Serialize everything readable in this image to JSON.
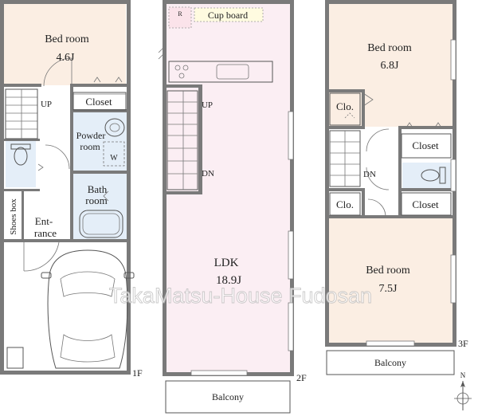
{
  "floors": {
    "first": {
      "level_label": "1F",
      "bedroom": {
        "name": "Bed room",
        "size": "4.6J"
      },
      "closet": "Closet",
      "stair_up": "UP",
      "powder_room_line1": "Powder",
      "powder_room_line2": "room",
      "washer_mark": "W",
      "bath_line1": "Bath",
      "bath_line2": "room",
      "shoes_box": "Shoes box",
      "entrance_line1": "Ent-",
      "entrance_line2": "rance"
    },
    "second": {
      "level_label": "2F",
      "cupboard": "Cup board",
      "refrigerator_mark": "R",
      "stair_up": "UP",
      "stair_down": "DN",
      "ldk": {
        "name": "LDK",
        "size": "18.9J"
      },
      "balcony": "Balcony"
    },
    "third": {
      "level_label": "3F",
      "bedroom_top": {
        "name": "Bed room",
        "size": "6.8J"
      },
      "clo_top": "Clo.",
      "closet_top": "Closet",
      "stair_down": "DN",
      "clo_bottom": "Clo.",
      "closet_bottom": "Closet",
      "bedroom_bottom": {
        "name": "Bed room",
        "size": "7.5J"
      },
      "balcony": "Balcony"
    }
  },
  "compass": {
    "label": "N"
  },
  "watermark": "TakaMatsu-House Fudosan",
  "colors": {
    "bedroom_fill": "#fbeee3",
    "ldk_fill": "#fbeef3",
    "wet_area_fill": "#e4eef8",
    "wall": "#7a7a7a"
  }
}
